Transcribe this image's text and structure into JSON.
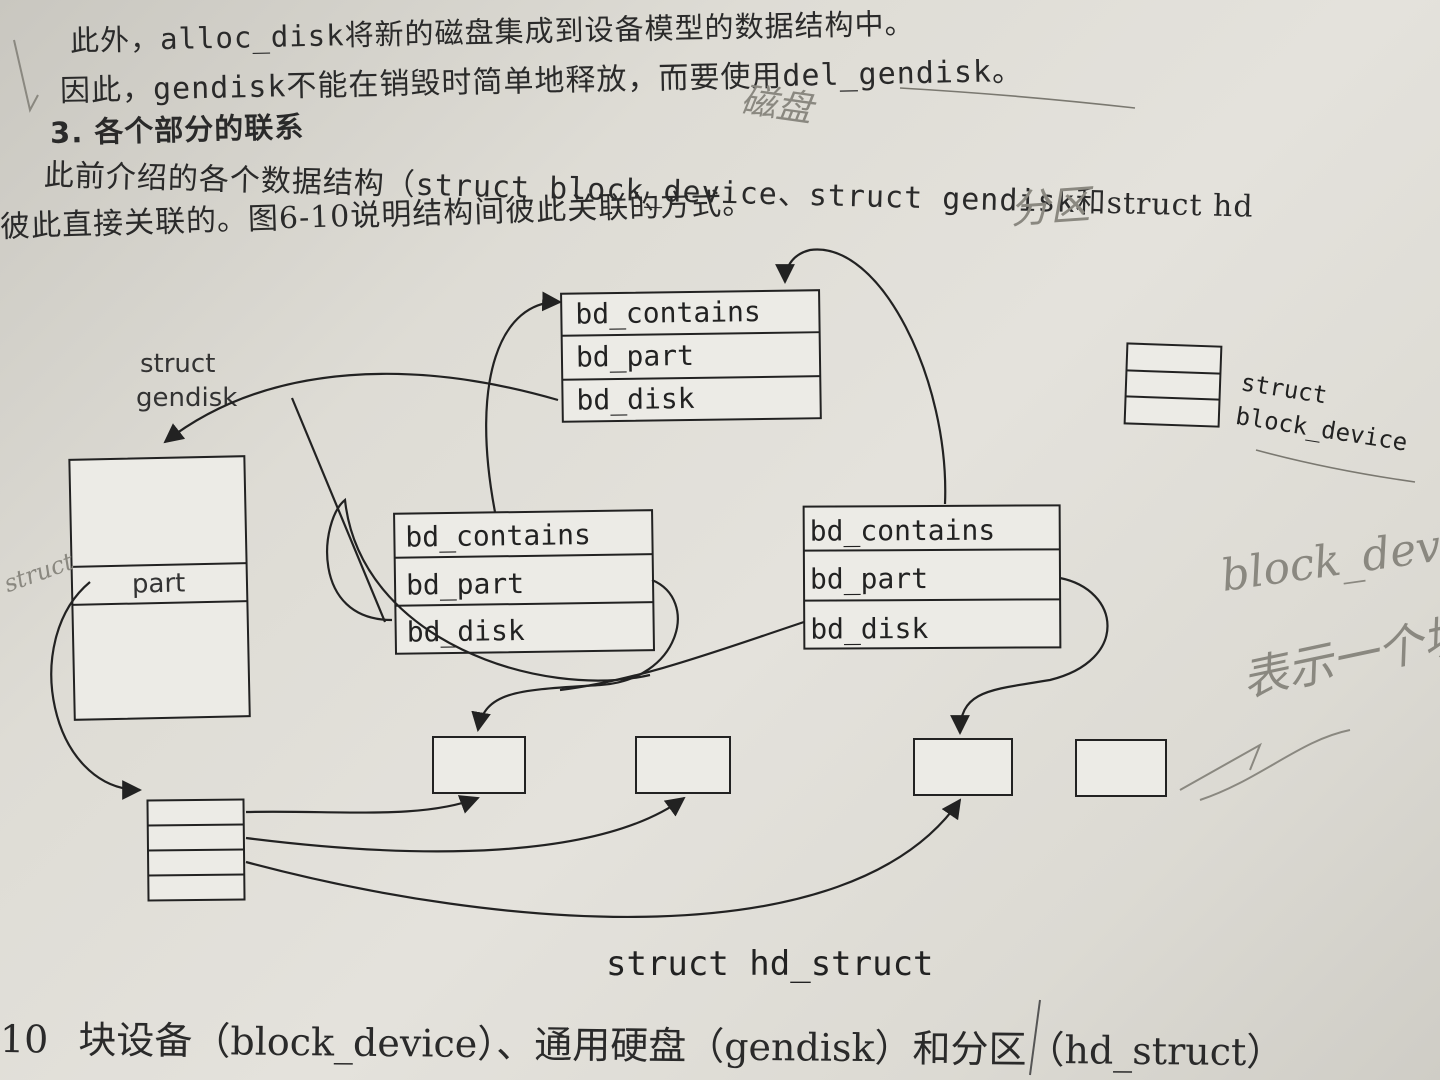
{
  "text": {
    "line1_prefix": "此外，",
    "line1_code": "alloc_disk",
    "line1_suffix": "将新的磁盘集成到设备模型的数据结构中。",
    "line2_prefix": "因此，",
    "line2_code": "gendisk",
    "line2_mid": "不能在销毁时简单地释放，而要使用",
    "line2_code2": "del_gendisk",
    "line2_suffix": "。",
    "section_heading": "3. 各个部分的联系",
    "line4_prefix": "此前介绍的各个数据结构（",
    "line4_code": "struct block_device、struct gendisk",
    "line4_suffix": "和struct hd",
    "line5": "彼此直接关联的。图6-10说明结构间彼此关联的方式。"
  },
  "diagram": {
    "gendisk_label_1": "struct",
    "gendisk_label_2": "gendisk",
    "gendisk_field": "part",
    "bdev_fields": [
      "bd_contains",
      "bd_part",
      "bd_disk"
    ],
    "legend_label_1": "struct",
    "legend_label_2": "block_device",
    "hd_struct_label": "struct hd_struct"
  },
  "caption": {
    "number": "10",
    "text": "块设备（block_device）、通用硬盘（gendisk）和分区（hd_struct）"
  },
  "handwriting": {
    "left_margin": "struct",
    "right_1": "block_device",
    "right_2": "表示一个块",
    "right_3": "磁盘",
    "right_4": "分区"
  }
}
